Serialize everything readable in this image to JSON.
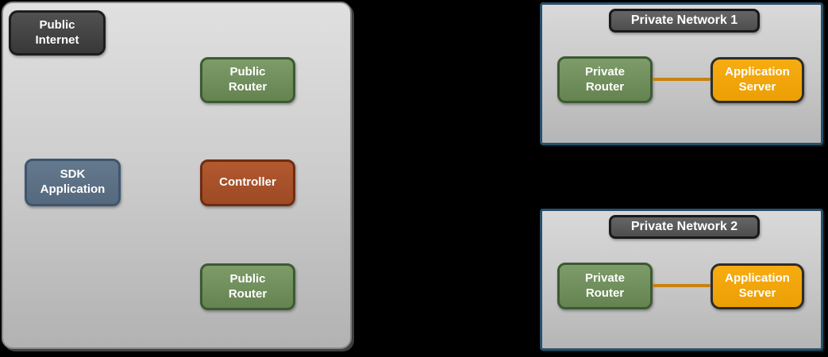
{
  "colors": {
    "page_background": "#000000",
    "public_zone_fill": "#cccccc",
    "public_zone_border": "#878787",
    "private_zone_border": "#28506b",
    "node_dark_fill": "#424242",
    "node_green_fill": "#71905e",
    "node_blue_fill": "#5d7386",
    "node_rust_fill": "#a8512b",
    "node_orange_fill": "#f2a408",
    "connector_color": "#c8820f",
    "label_text": "#ffffff"
  },
  "public_zone": {
    "nodes": {
      "public_internet": {
        "label": "Public\nInternet"
      },
      "public_router_top": {
        "label": "Public\nRouter"
      },
      "sdk_application": {
        "label": "SDK\nApplication"
      },
      "controller": {
        "label": "Controller"
      },
      "public_router_bottom": {
        "label": "Public\nRouter"
      }
    }
  },
  "private_network_1": {
    "title": "Private Network 1",
    "nodes": {
      "private_router": {
        "label": "Private\nRouter"
      },
      "application_server": {
        "label": "Application\nServer"
      }
    },
    "connections": [
      {
        "from": "private_router",
        "to": "application_server"
      }
    ]
  },
  "private_network_2": {
    "title": "Private Network 2",
    "nodes": {
      "private_router": {
        "label": "Private\nRouter"
      },
      "application_server": {
        "label": "Application\nServer"
      }
    },
    "connections": [
      {
        "from": "private_router",
        "to": "application_server"
      }
    ]
  }
}
